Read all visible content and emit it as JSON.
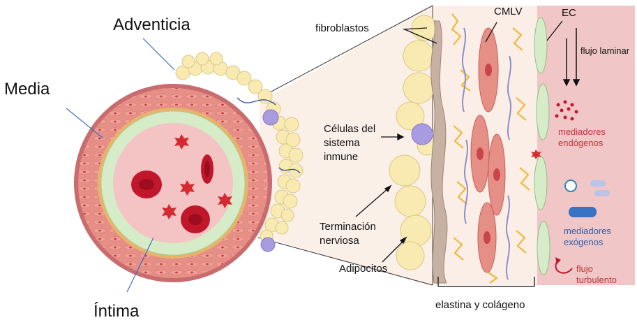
{
  "labels": {
    "adventicia": "Adventicia",
    "media": "Media",
    "intima": "Íntima",
    "fibroblastos": "fibroblastos",
    "cmlv": "CMLV",
    "ec": "EC",
    "flujo_laminar": "flujo laminar",
    "celulas_line1": "Células del",
    "celulas_line2": "sistema",
    "celulas_line3": "inmune",
    "mediadores_endogenos_1": "mediadores",
    "mediadores_endogenos_2": "endógenos",
    "mediadores_exogenos_1": "mediadores",
    "mediadores_exogenos_2": "exógenos",
    "terminacion_1": "Terminación",
    "terminacion_2": "nerviosa",
    "adipocitos": "Adipocitos",
    "flujo_turbulento_1": "flujo",
    "flujo_turbulento_2": "turbulento",
    "elastina": "elastina y colágeno"
  },
  "colors": {
    "media": "#e58f86",
    "intima": "#d6ecc8",
    "lumen": "#f3c4c3",
    "adipocyte": "#f8eab0",
    "blood_cell": "#c0172b",
    "fiber": "#f0b42a",
    "red_text": "#b8383c",
    "blue_text": "#2f5ea8"
  }
}
